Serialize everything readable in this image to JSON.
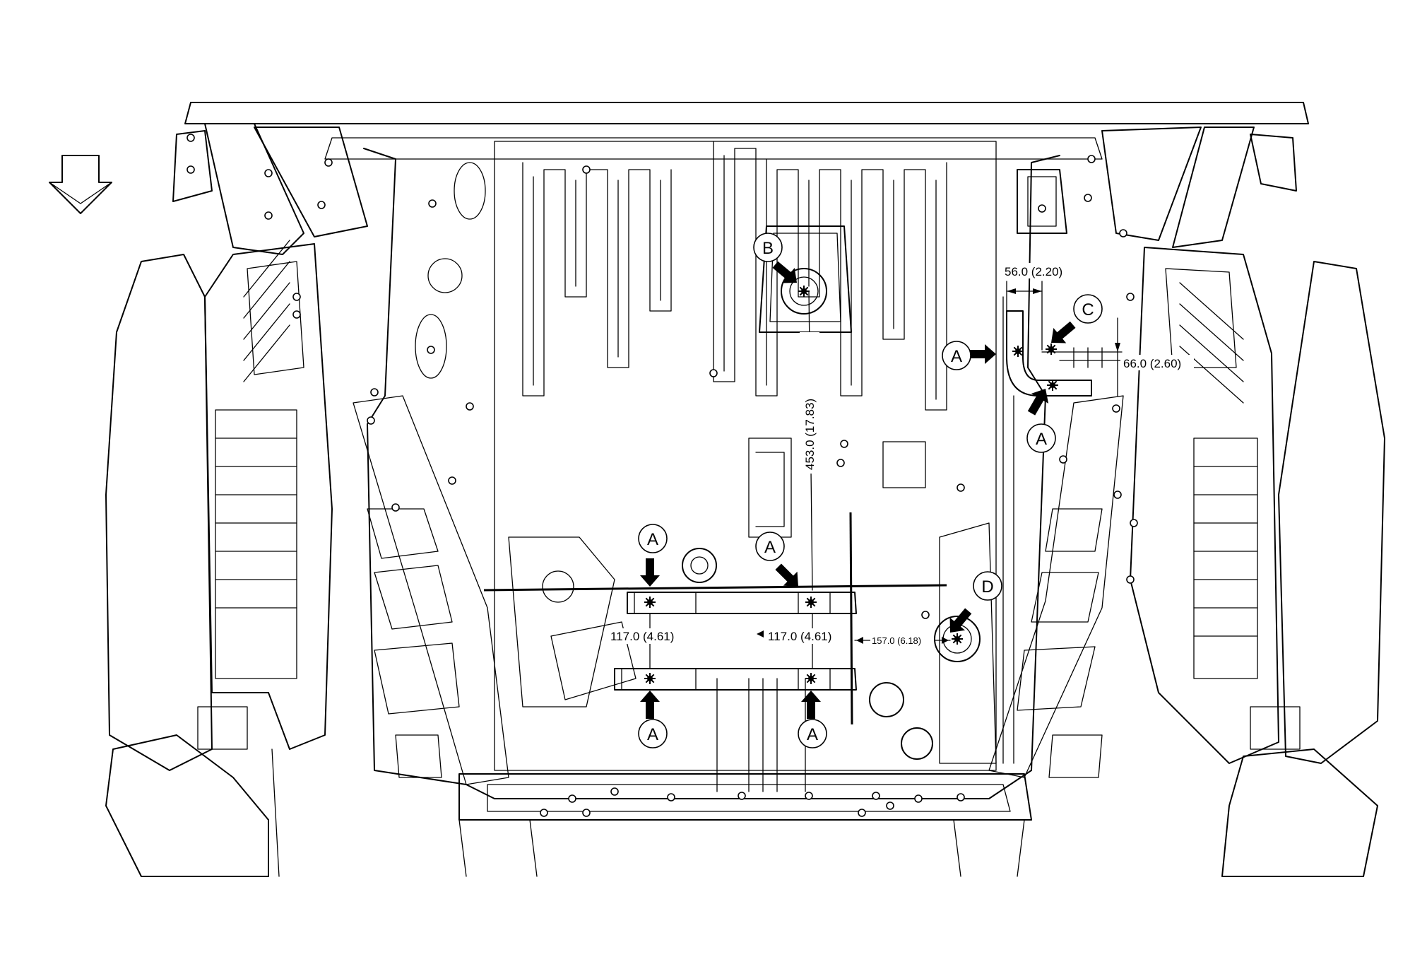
{
  "diagram": {
    "callouts": {
      "A": "A",
      "B": "B",
      "C": "C",
      "D": "D"
    },
    "dimensions": {
      "front_vertical": "453.0 (17.83)",
      "c_horizontal": "56.0 (2.20)",
      "c_vertical": "66.0 (2.60)",
      "rail_left": "117.0 (4.61)",
      "rail_right": "117.0 (4.61)",
      "d_offset": "157.0 (6.18)"
    },
    "icons": {
      "direction": "front-direction-arrow-icon",
      "weld": "spot-weld-icon",
      "pointer": "pointer-arrow-icon"
    },
    "colors": {
      "line": "#000000",
      "background": "#ffffff"
    }
  }
}
